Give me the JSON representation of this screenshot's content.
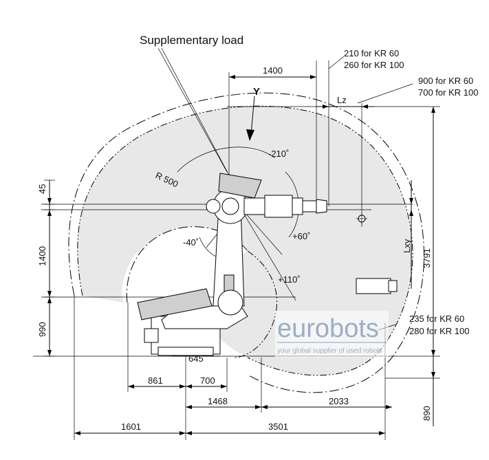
{
  "labels": {
    "supplementary_load": "Supplementary load",
    "y_axis": "Y",
    "lz": "Lz",
    "lxy": "Lxy",
    "r500": "R 500",
    "angle_minus210": "-210˚",
    "angle_plus60": "+60˚",
    "angle_minus40": "-40˚",
    "angle_plus110": "+110˚"
  },
  "notes": {
    "top_210": "210 for KR 60",
    "top_260": "260 for KR 100",
    "right_900": "900 for KR 60",
    "right_700": "700 for KR 100",
    "low_235": "235 for KR 60",
    "low_280": "280 for KR 100"
  },
  "dimensions": {
    "d1400_top": "1400",
    "d45": "45",
    "d1400_left": "1400",
    "d990": "990",
    "d3791": "3791",
    "d645": "645",
    "d861": "861",
    "d700": "700",
    "d1468": "1468",
    "d2033": "2033",
    "d1601": "1601",
    "d3501": "3501",
    "d890": "890"
  },
  "watermark": {
    "brand": "eurobots",
    "tagline": "your global supplier of used robots"
  }
}
